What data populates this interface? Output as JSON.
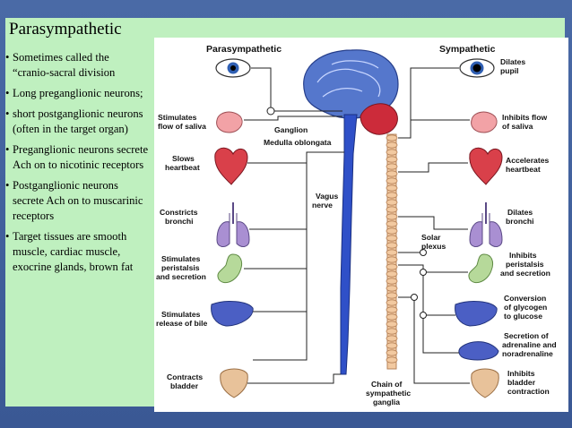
{
  "slide": {
    "title": "Parasympathetic",
    "bullets": [
      "Sometimes called the “cranio-sacral division",
      "Long preganglionic neurons;",
      "short postganglionic neurons (often in the target organ)",
      "Preganglionic neurons secrete Ach on to nicotinic receptors",
      "Postganglionic neurons secrete Ach on to muscarinic receptors",
      "Target tissues are smooth muscle, cardiac muscle, exocrine glands, brown fat"
    ]
  },
  "diagram": {
    "headers": {
      "left": "Parasympathetic",
      "right": "Sympathetic"
    },
    "center_labels": {
      "ganglion": "Ganglion",
      "medulla": "Medulla oblongata",
      "vagus": [
        "Vagus",
        "nerve"
      ],
      "solar": [
        "Solar",
        "plexus"
      ],
      "chain": [
        "Chain of",
        "sympathetic",
        "ganglia"
      ]
    },
    "left_labels": [
      [
        "Stimulates",
        "flow of saliva"
      ],
      [
        "Slows",
        "heartbeat"
      ],
      [
        "Constricts",
        "bronchi"
      ],
      [
        "Stimulates",
        "peristalsis",
        "and secretion"
      ],
      [
        "Stimulates",
        "release of bile"
      ],
      [
        "Contracts",
        "bladder"
      ]
    ],
    "right_labels": [
      [
        "Dilates",
        "pupil"
      ],
      [
        "Inhibits flow",
        "of saliva"
      ],
      [
        "Accelerates",
        "heartbeat"
      ],
      [
        "Dilates",
        "bronchi"
      ],
      [
        "Inhibits",
        "peristalsis",
        "and secretion"
      ],
      [
        "Conversion",
        "of glycogen",
        "to glucose"
      ],
      [
        "Secretion of",
        "adrenaline and",
        "noradrenaline"
      ],
      [
        "Inhibits",
        "bladder",
        "contraction"
      ]
    ],
    "colors": {
      "brain": "#5577cc",
      "spinal_cord": "#2f50c8",
      "chain": "#f2c9a0",
      "heart": "#d9404a",
      "lungs": "#a98fd2",
      "stomach": "#b6d99a",
      "liver": "#4b5fc4",
      "bladder": "#e8c29a"
    }
  }
}
